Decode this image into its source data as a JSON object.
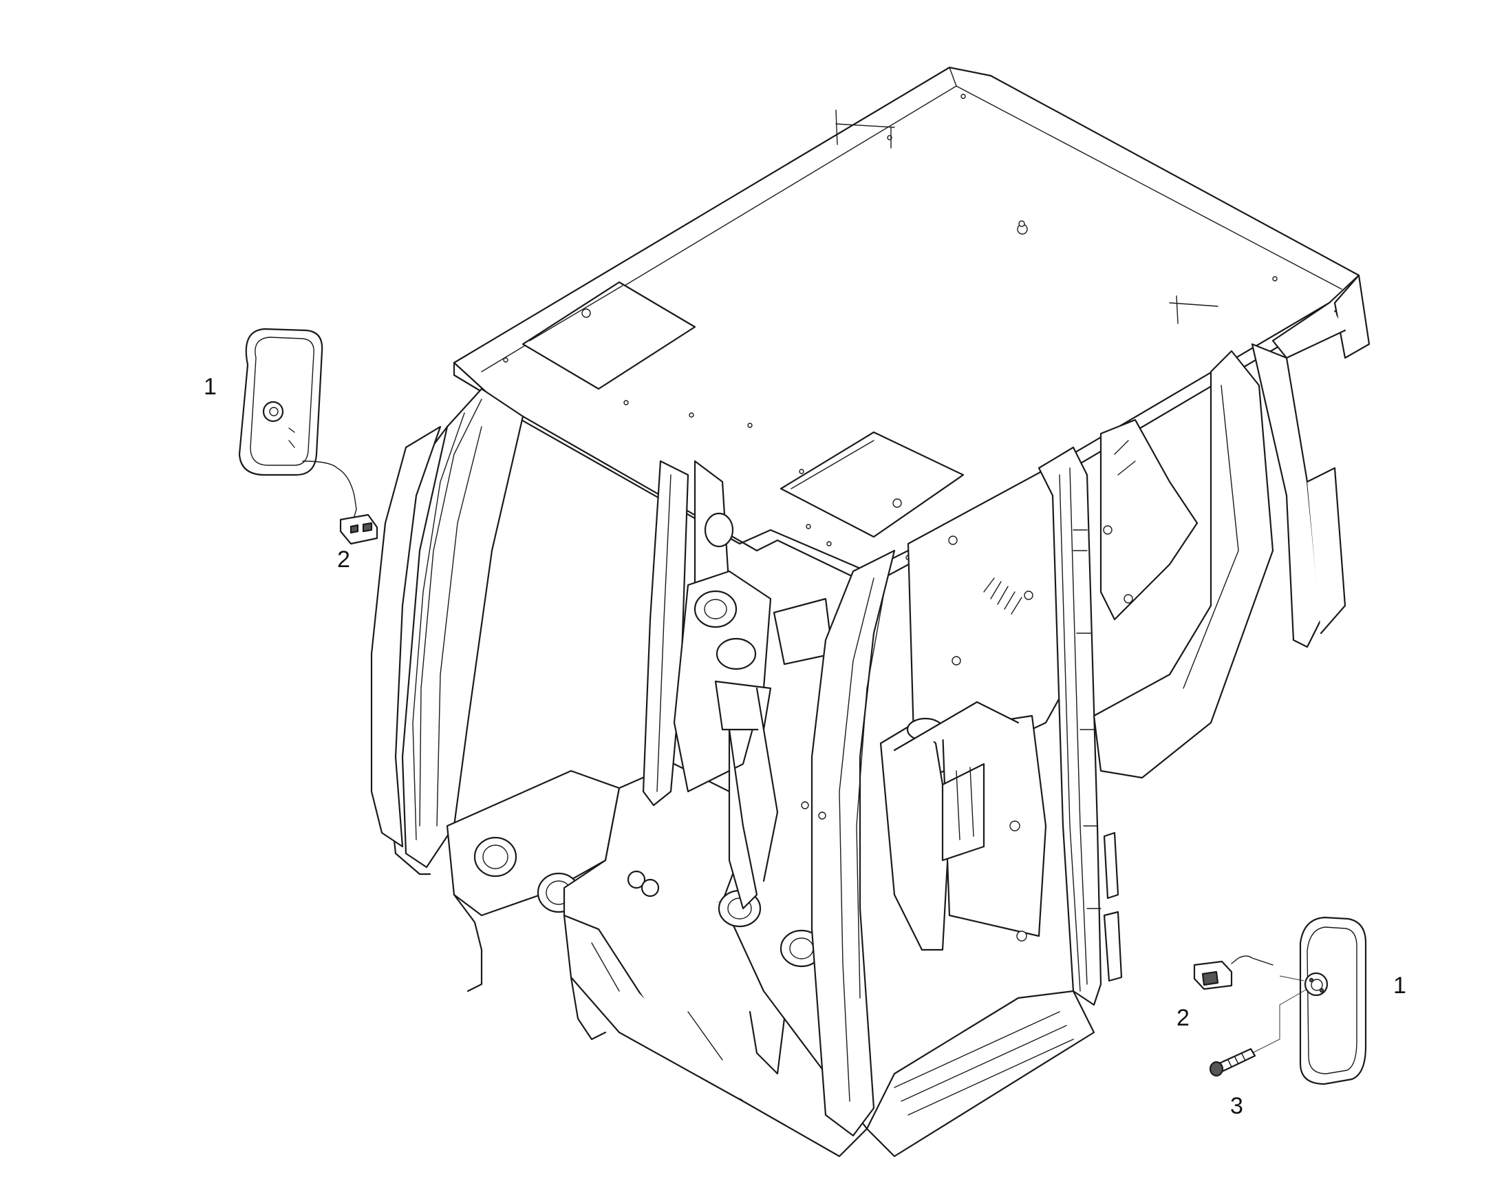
{
  "callouts": {
    "left_mirror": "1",
    "left_connector": "2",
    "right_mirror": "1",
    "right_connector": "2",
    "right_bolt": "3"
  }
}
